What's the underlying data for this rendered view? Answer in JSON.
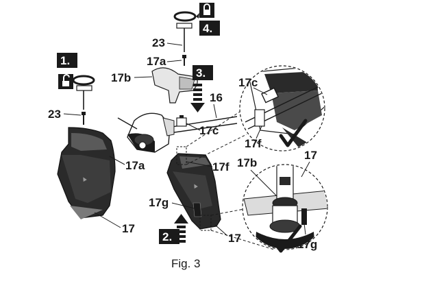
{
  "steps": [
    "1.",
    "2.",
    "3.",
    "4."
  ],
  "labels": {
    "l23_left": "23",
    "l23_top": "23",
    "l17a_top": "17a",
    "l17b_left": "17b",
    "l16": "16",
    "l17c_mid": "17c",
    "l17c_circle": "17c",
    "l17f_mid": "17f",
    "l17f_circle": "17f",
    "l17a_left": "17a",
    "l17_left": "17",
    "l17g_mid": "17g",
    "l17_mid": "17",
    "l17b_circle": "17b",
    "l17_circle": "17",
    "l17g_circle": "17g"
  },
  "caption": "Fig. 3",
  "icons": [
    "unlock-icon",
    "lock-icon",
    "rotate-arrow-icon",
    "push-arrow-icon",
    "checkmark-icon"
  ]
}
